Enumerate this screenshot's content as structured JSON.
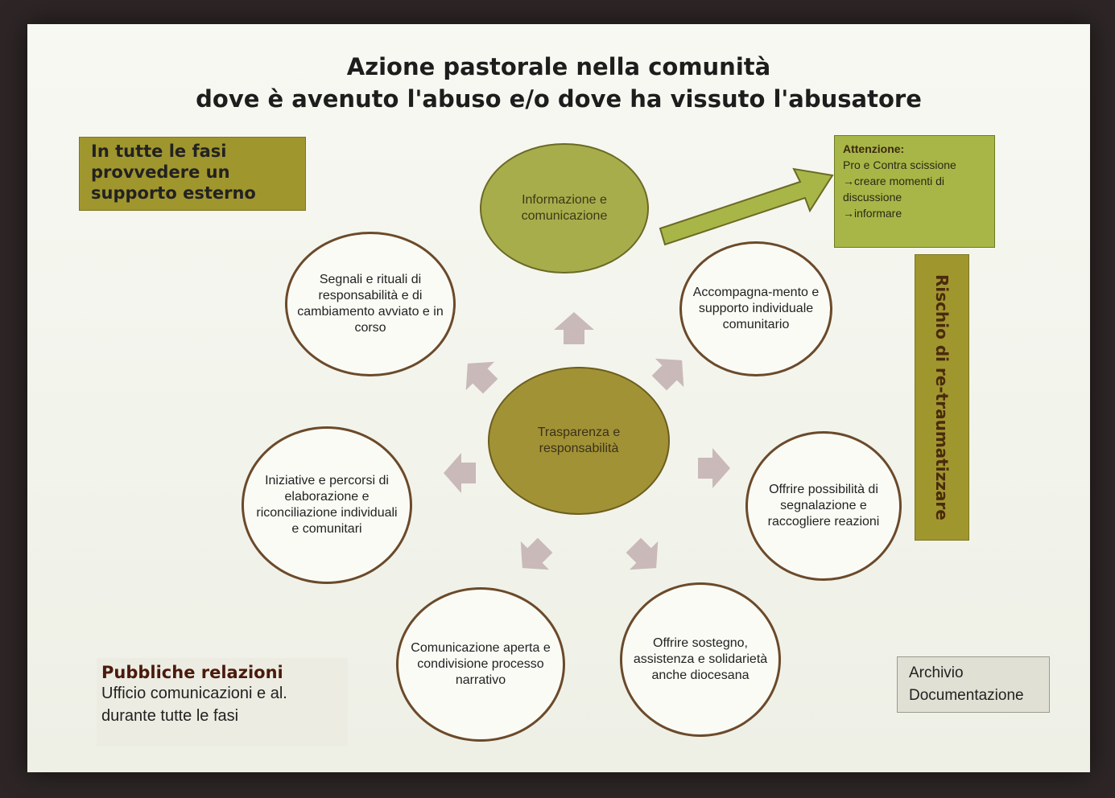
{
  "title_line1": "Azione pastorale nella comunità",
  "title_line2": "dove è avenuto l'abuso e/o dove ha vissuto l'abusatore",
  "support_box": "In tutte le fasi provvedere un supporto esterno",
  "attention": {
    "heading": "Attenzione:",
    "line1": "Pro e Contra scissione",
    "line2": "→creare momenti di discussione",
    "line3": "→informare"
  },
  "retraumatize": "Rischio di re-traumatizzare",
  "center": "Trasparenza e responsabilità",
  "circles": {
    "top": "Informazione e comunicazione",
    "top_right": "Accompagna-mento e supporto individuale comunitario",
    "right": "Offrire possibilità di segnalazione e raccogliere reazioni",
    "bottom_right": "Offrire sostegno, assistenza e solidarietà anche diocesana",
    "bottom_left": "Comunicazione aperta e condivisione processo narrativo",
    "left": "Iniziative e percorsi di elaborazione e riconciliazione individuali e comunitari",
    "top_left": "Segnali e rituali di responsabilità e di cambiamento avviato e in corso"
  },
  "public_relations": {
    "heading": "Pubbliche relazioni",
    "body": "Ufficio comunicazioni e al. durante tutte le fasi"
  },
  "archive": "Archivio Documentazione",
  "colors": {
    "olive": "#a0962e",
    "light_olive": "#a8b648",
    "arrow_pink": "#c9b9b9",
    "circle_border": "#6b4a2a"
  }
}
